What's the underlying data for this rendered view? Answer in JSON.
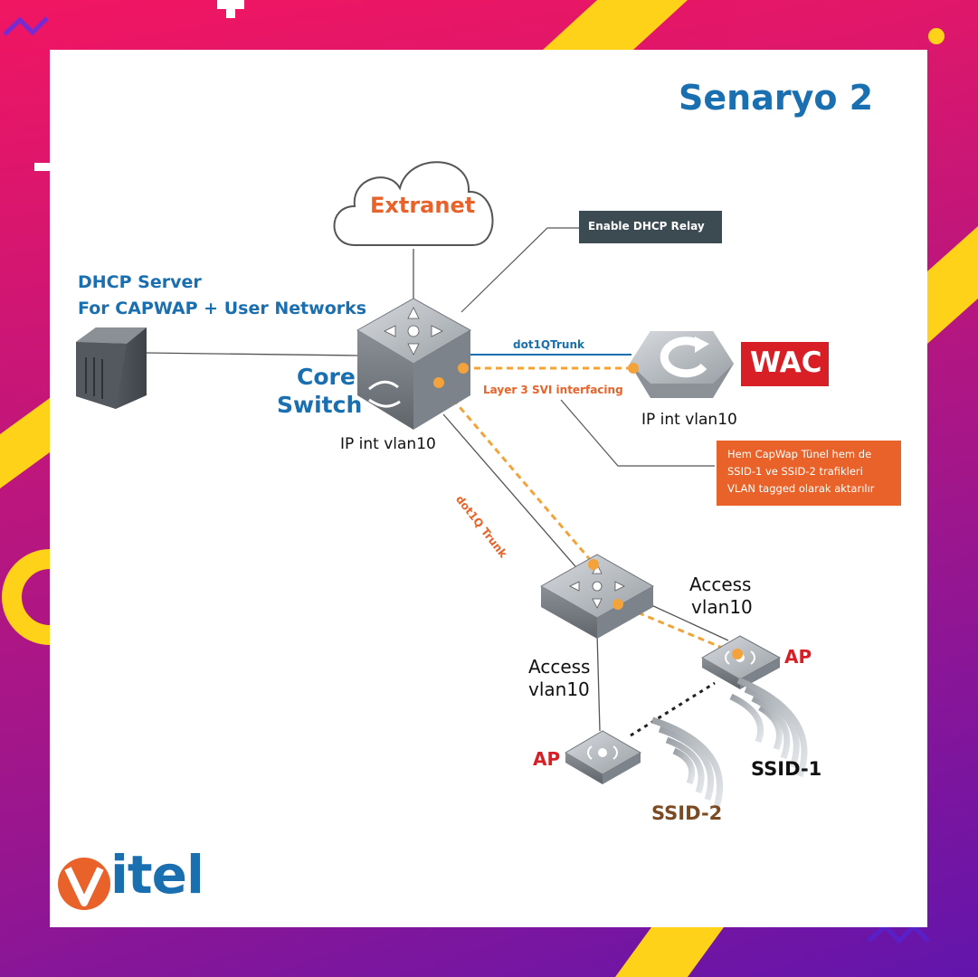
{
  "title": "Senaryo 2",
  "cloud_label": "Extranet",
  "dhcp_server": {
    "line1": "DHCP Server",
    "line2": "For CAPWAP + User Networks"
  },
  "core_switch": {
    "line1": "Core",
    "line2": "Switch",
    "ip": "IP int vlan10"
  },
  "wac": {
    "badge": "WAC",
    "ip": "IP int vlan10"
  },
  "callouts": {
    "dhcp_relay": "Enable DHCP Relay",
    "vlan_note": [
      "Hem CapWap Tünel hem de",
      "SSID-1 ve SSID-2 trafikleri",
      "VLAN tagged olarak aktarılır"
    ]
  },
  "links": {
    "dot1q_trunk_wac": "dot1QTrunk",
    "svi": "Layer 3 SVI interfacing",
    "dot1q_trunk_access": "dot1Q Trunk"
  },
  "access_right": {
    "line1": "Access",
    "line2": "vlan10"
  },
  "access_left": {
    "line1": "Access",
    "line2": "vlan10"
  },
  "ap_right": "AP",
  "ap_left": "AP",
  "ssid1": "SSID-1",
  "ssid2": "SSID-2",
  "brand": "vitel",
  "colors": {
    "accent_blue": "#1a6fb0",
    "orange": "#e8622a",
    "wac_red": "#d81f26",
    "dark_box": "#3c4a52",
    "dashed_orange": "#f3a33a"
  },
  "icons": [
    "cloud-icon",
    "server-icon",
    "core-switch-icon",
    "wac-controller-icon",
    "access-switch-icon",
    "access-point-icon",
    "wifi-signal-icon"
  ]
}
